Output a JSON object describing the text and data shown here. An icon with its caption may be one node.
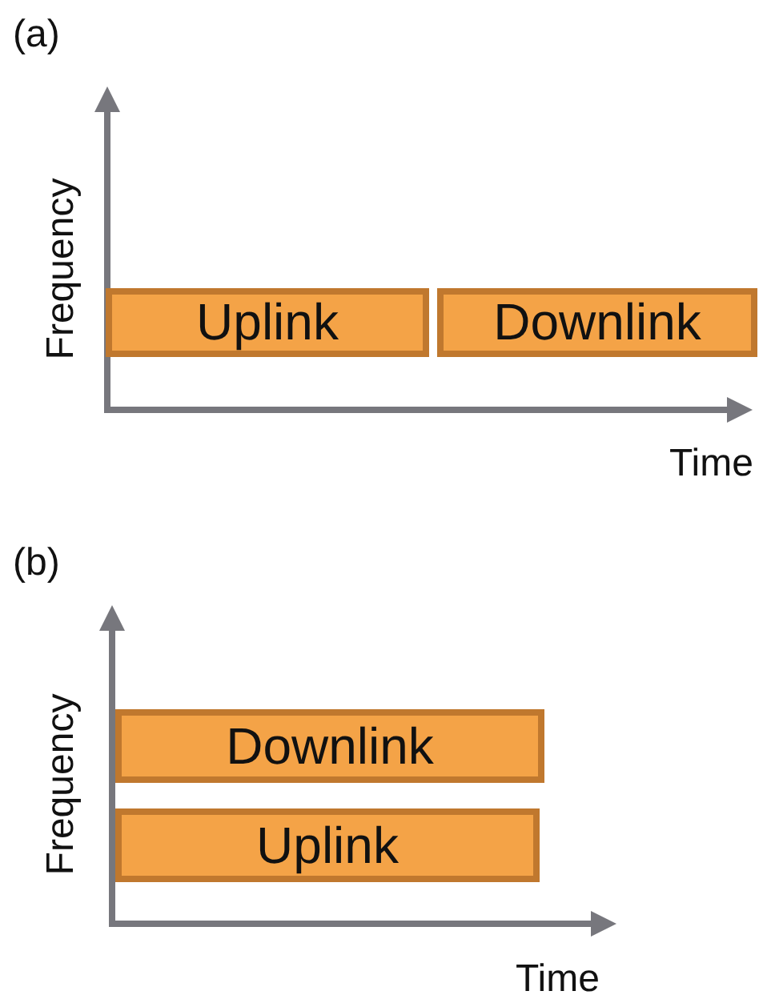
{
  "diagram": {
    "nodes": [
      {
        "text": [
          "Uplink"
        ]
      },
      {
        "text": [
          "Downlink"
        ]
      },
      {
        "text": [
          "Downlink"
        ]
      },
      {
        "text": [
          "Uplink"
        ]
      }
    ],
    "labels": [
      "(a)",
      "Frequency",
      "Time",
      "(b)",
      "Frequency",
      "Time"
    ]
  }
}
